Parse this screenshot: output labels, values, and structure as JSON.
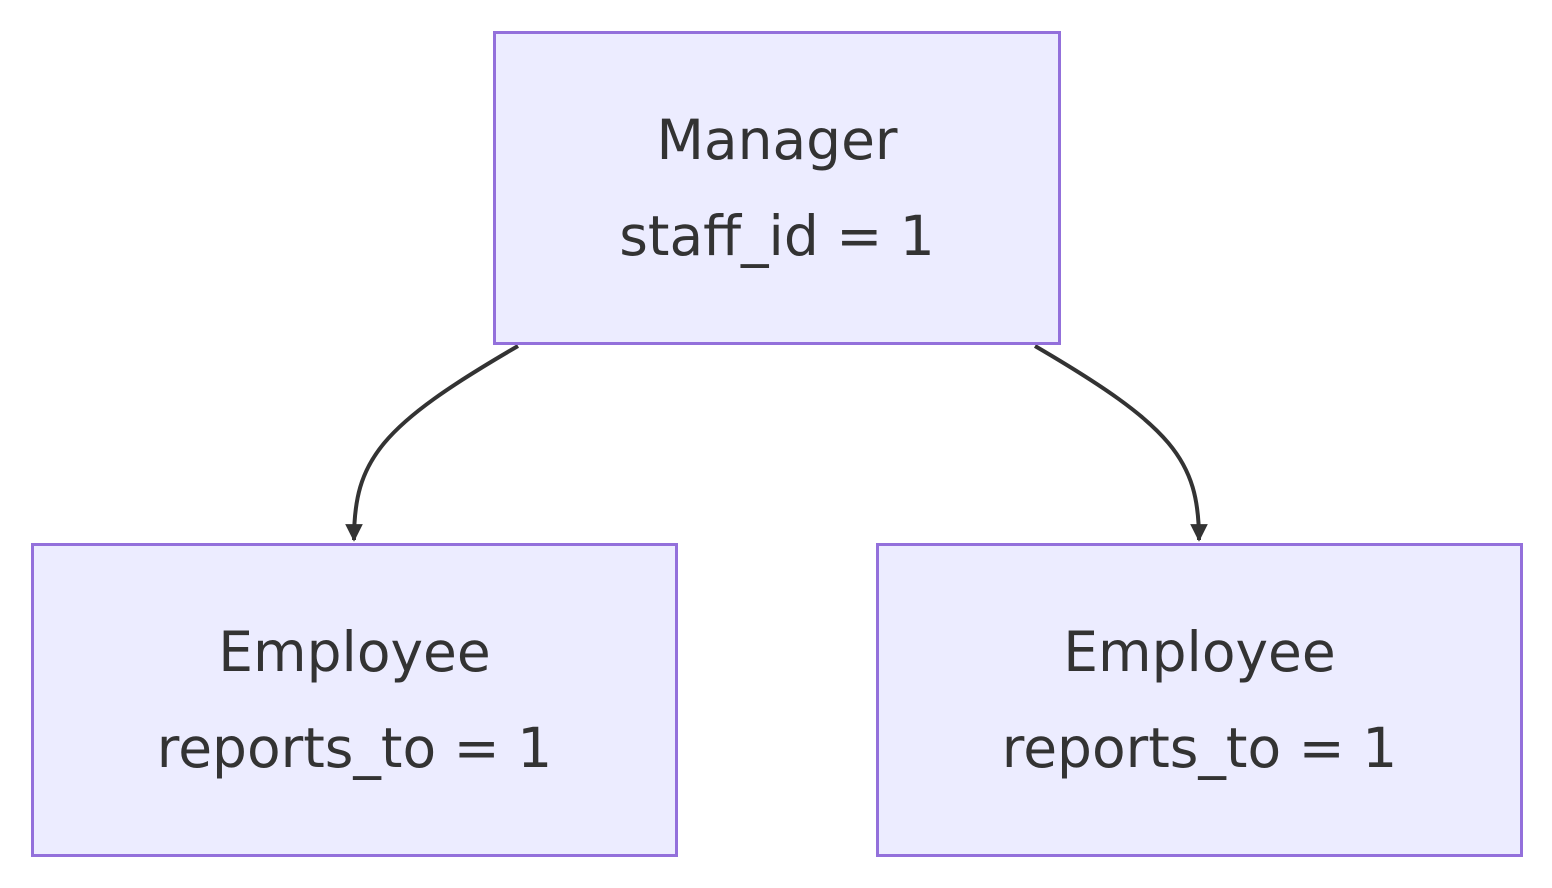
{
  "diagram": {
    "nodes": {
      "manager": {
        "title": "Manager",
        "detail": "staff_id = 1"
      },
      "employee_left": {
        "title": "Employee",
        "detail": "reports_to = 1"
      },
      "employee_right": {
        "title": "Employee",
        "detail": "reports_to = 1"
      }
    },
    "edges": [
      {
        "from": "manager",
        "to": "employee_left"
      },
      {
        "from": "manager",
        "to": "employee_right"
      }
    ],
    "colors": {
      "node_fill": "#ECECFF",
      "node_border": "#9370DB",
      "text": "#333333",
      "edge": "#333333"
    }
  }
}
